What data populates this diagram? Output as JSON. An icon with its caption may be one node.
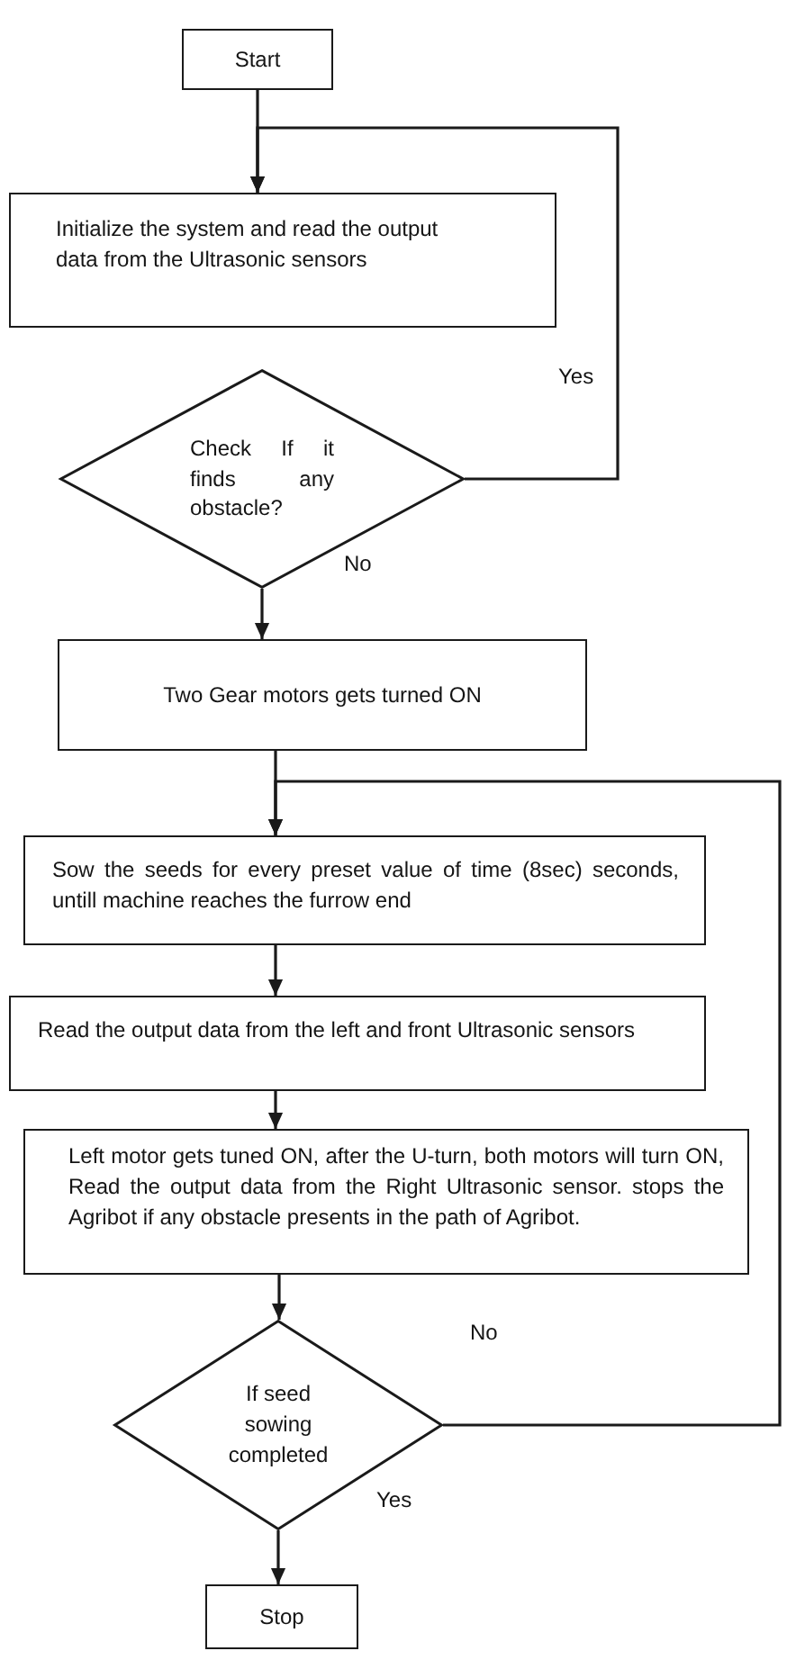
{
  "diagram": {
    "nodes": [
      {
        "text": [
          "Start"
        ]
      },
      {
        "text": [
          "Initialize the system and read the output data from the Ultrasonic sensors"
        ]
      },
      {
        "text": [
          "Check If it finds any obstacle?"
        ]
      },
      {
        "text": [
          "Two Gear motors gets turned ON"
        ]
      },
      {
        "text": [
          "Sow the seeds for every preset value of time (8sec) seconds, untill machine reaches the furrow end"
        ]
      },
      {
        "text": [
          "Read the output data from the left and front Ultrasonic sensors"
        ]
      },
      {
        "text": [
          "Left motor gets tuned ON, after the U-turn, both motors will turn ON, Read the output data from the Right Ultrasonic sensor. stops the Agribot if any obstacle presents in the path of Agribot."
        ]
      },
      {
        "text": [
          "If seed sowing completed"
        ]
      },
      {
        "text": [
          "Stop"
        ]
      }
    ],
    "edges": [
      {
        "from": 0,
        "to": 1,
        "arrow": "to"
      },
      {
        "from": 2,
        "to": 1,
        "arrow": "to",
        "label": "Yes"
      },
      {
        "from": 2,
        "to": 3,
        "arrow": "to",
        "label": "No"
      },
      {
        "from": 3,
        "to": 4,
        "arrow": "to"
      },
      {
        "from": 7,
        "to": 4,
        "arrow": "to",
        "label": "No"
      },
      {
        "from": 4,
        "to": 5,
        "arrow": "to"
      },
      {
        "from": 5,
        "to": 6,
        "arrow": "to"
      },
      {
        "from": 6,
        "to": 7,
        "arrow": "to"
      },
      {
        "from": 7,
        "to": 8,
        "arrow": "to",
        "label": "Yes"
      }
    ]
  }
}
